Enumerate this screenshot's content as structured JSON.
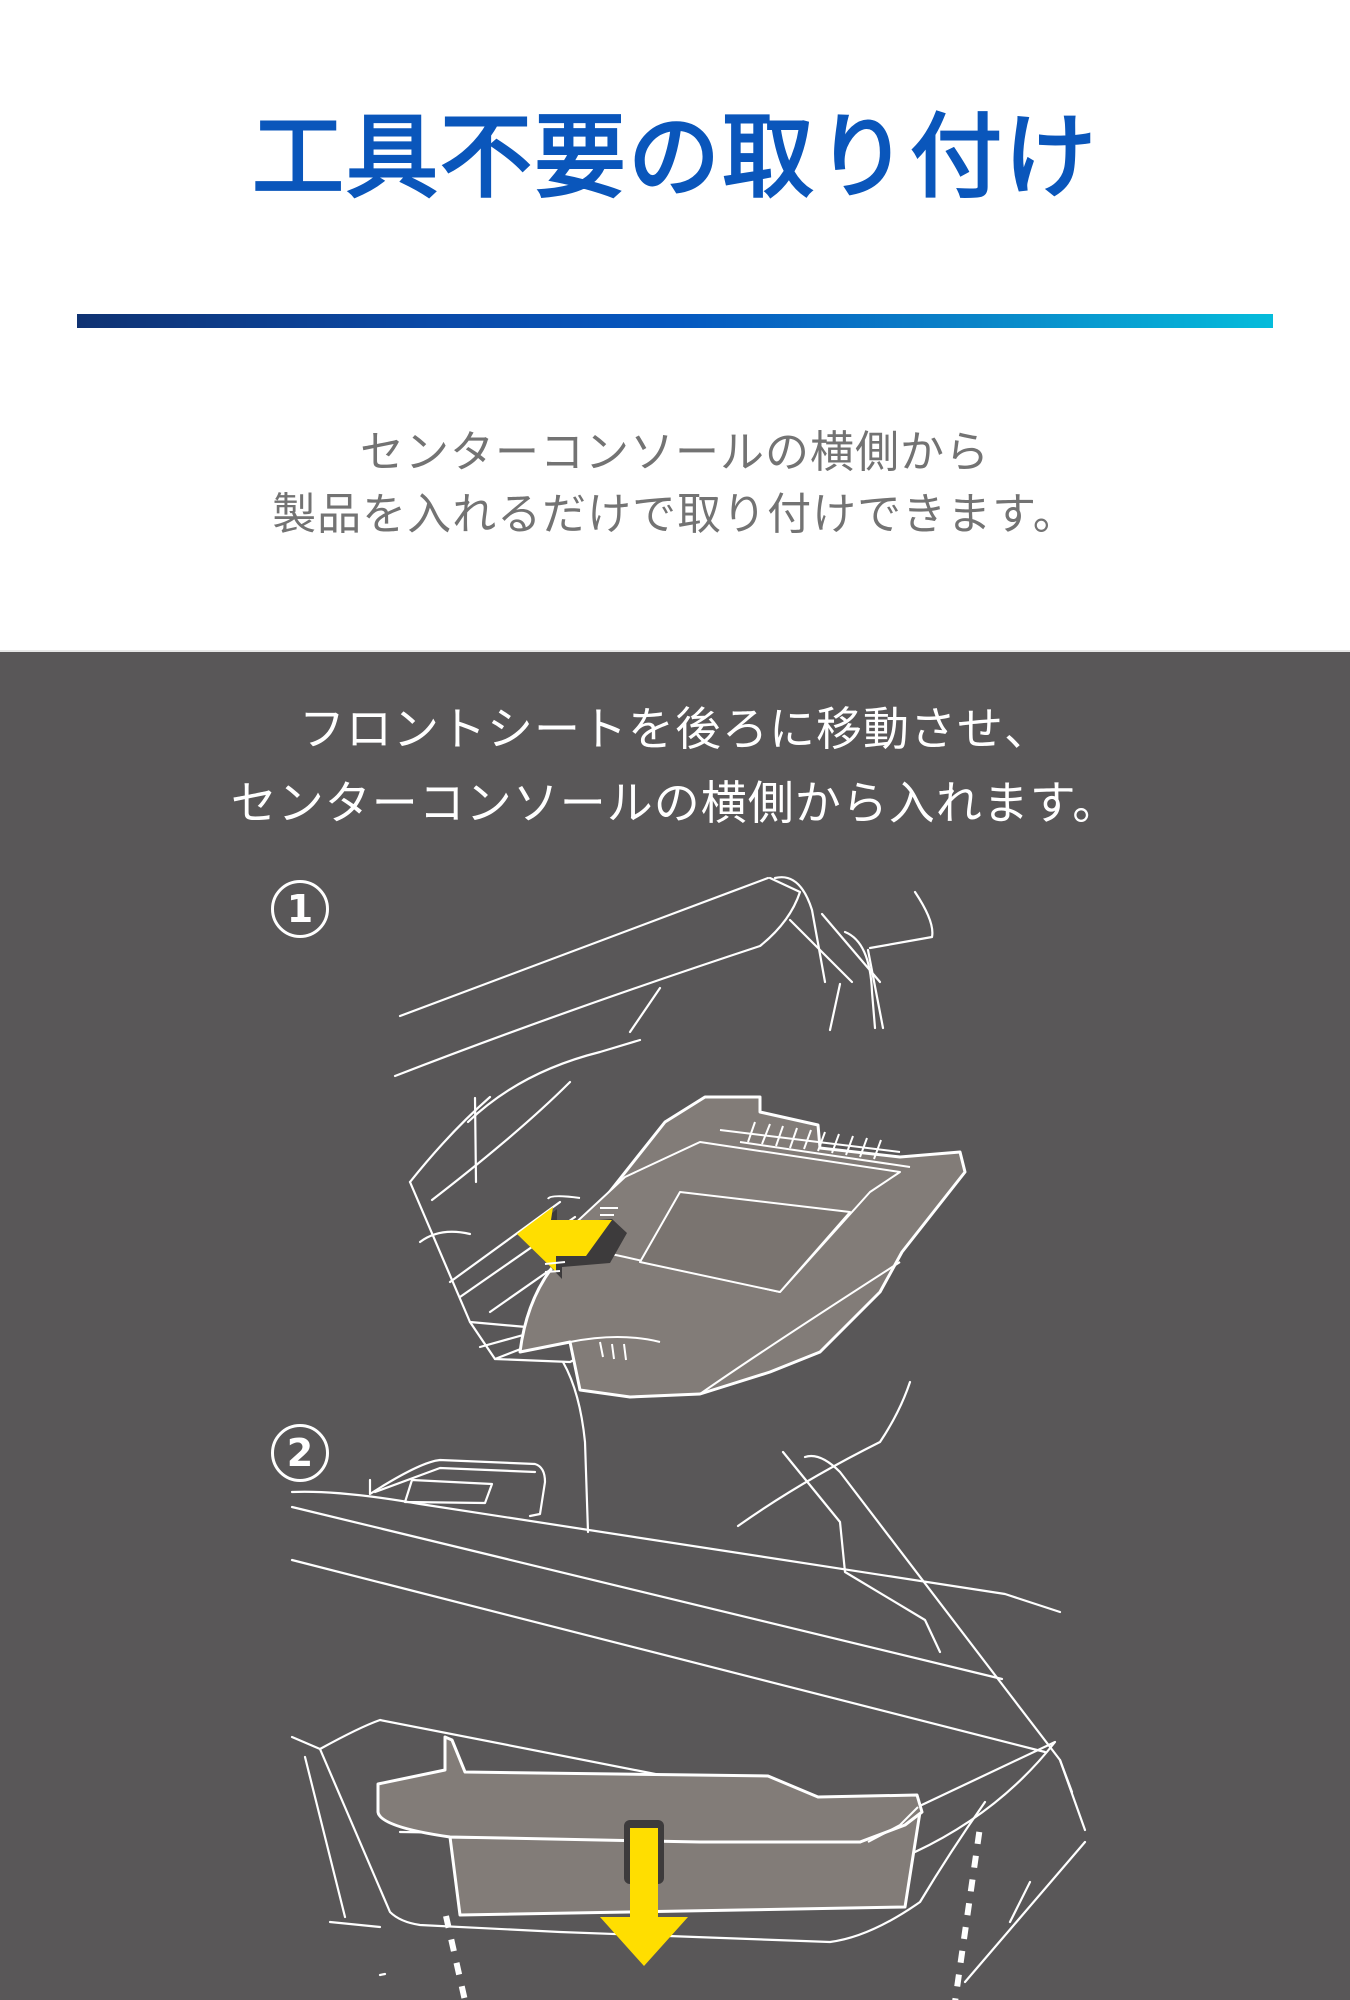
{
  "header": {
    "title": "工具不要の取り付け",
    "title_color": "#0a56bb",
    "divider_gradient": [
      "#0f3272",
      "#0658c0",
      "#05bcdb"
    ]
  },
  "intro": {
    "lines": [
      "センターコンソールの横側から",
      "製品を入れるだけで取り付けできます。"
    ],
    "text_color": "#737373"
  },
  "instructions": {
    "background_color": "#595758",
    "lines": [
      "フロントシートを後ろに移動させ、",
      "センターコンソールの横側から入れます。"
    ]
  },
  "steps": [
    {
      "number": "1",
      "illustration": "product-sliding-into-console-side",
      "arrow_icon": "arrow-left-icon",
      "arrow_color": "#ffde00",
      "product_color": "#827c78"
    },
    {
      "number": "2",
      "illustration": "product-seated-under-console",
      "arrow_icon": "arrow-down-icon",
      "arrow_color": "#ffde00",
      "product_color": "#827c78"
    }
  ]
}
